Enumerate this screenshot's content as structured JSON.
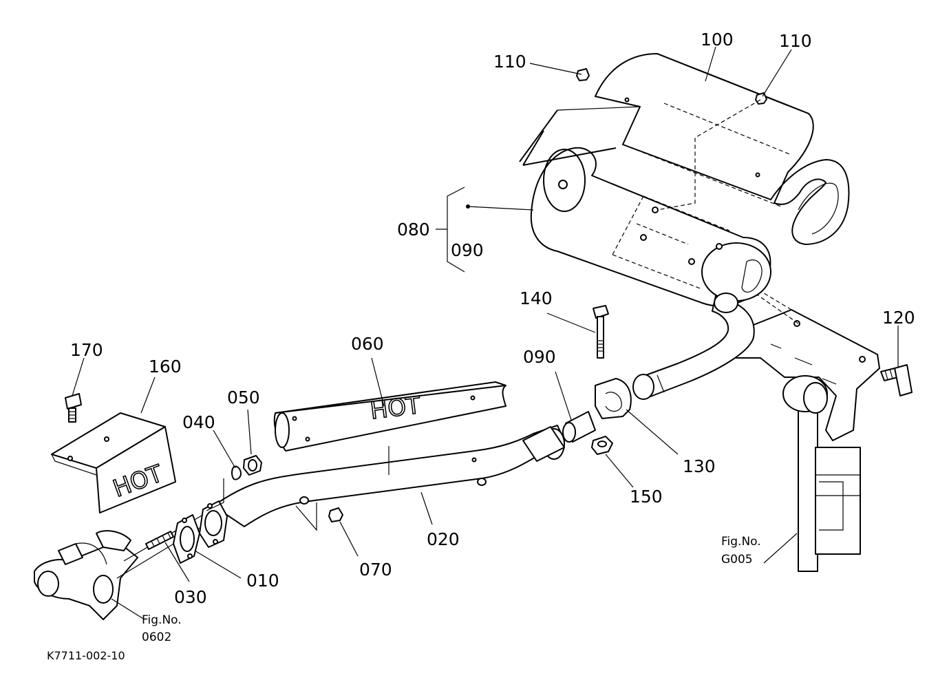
{
  "diagram": {
    "drawing_number": "K7711-002-10",
    "callouts": {
      "p010": "010",
      "p020": "020",
      "p030": "030",
      "p040": "040",
      "p050": "050",
      "p060": "060",
      "p070": "070",
      "p080": "080",
      "p090_a": "090",
      "p090_b": "090",
      "p100": "100",
      "p110_a": "110",
      "p110_b": "110",
      "p120": "120",
      "p130": "130",
      "p140": "140",
      "p150": "150",
      "p160": "160",
      "p170": "170"
    },
    "figure_refs": {
      "left": {
        "label": "Fig.No.",
        "number": "0602"
      },
      "right": {
        "label": "Fig.No.",
        "number": "G005"
      }
    },
    "part_markings": {
      "heat_shield_160": "HOT",
      "pipe_cover_060": "HOT"
    }
  }
}
